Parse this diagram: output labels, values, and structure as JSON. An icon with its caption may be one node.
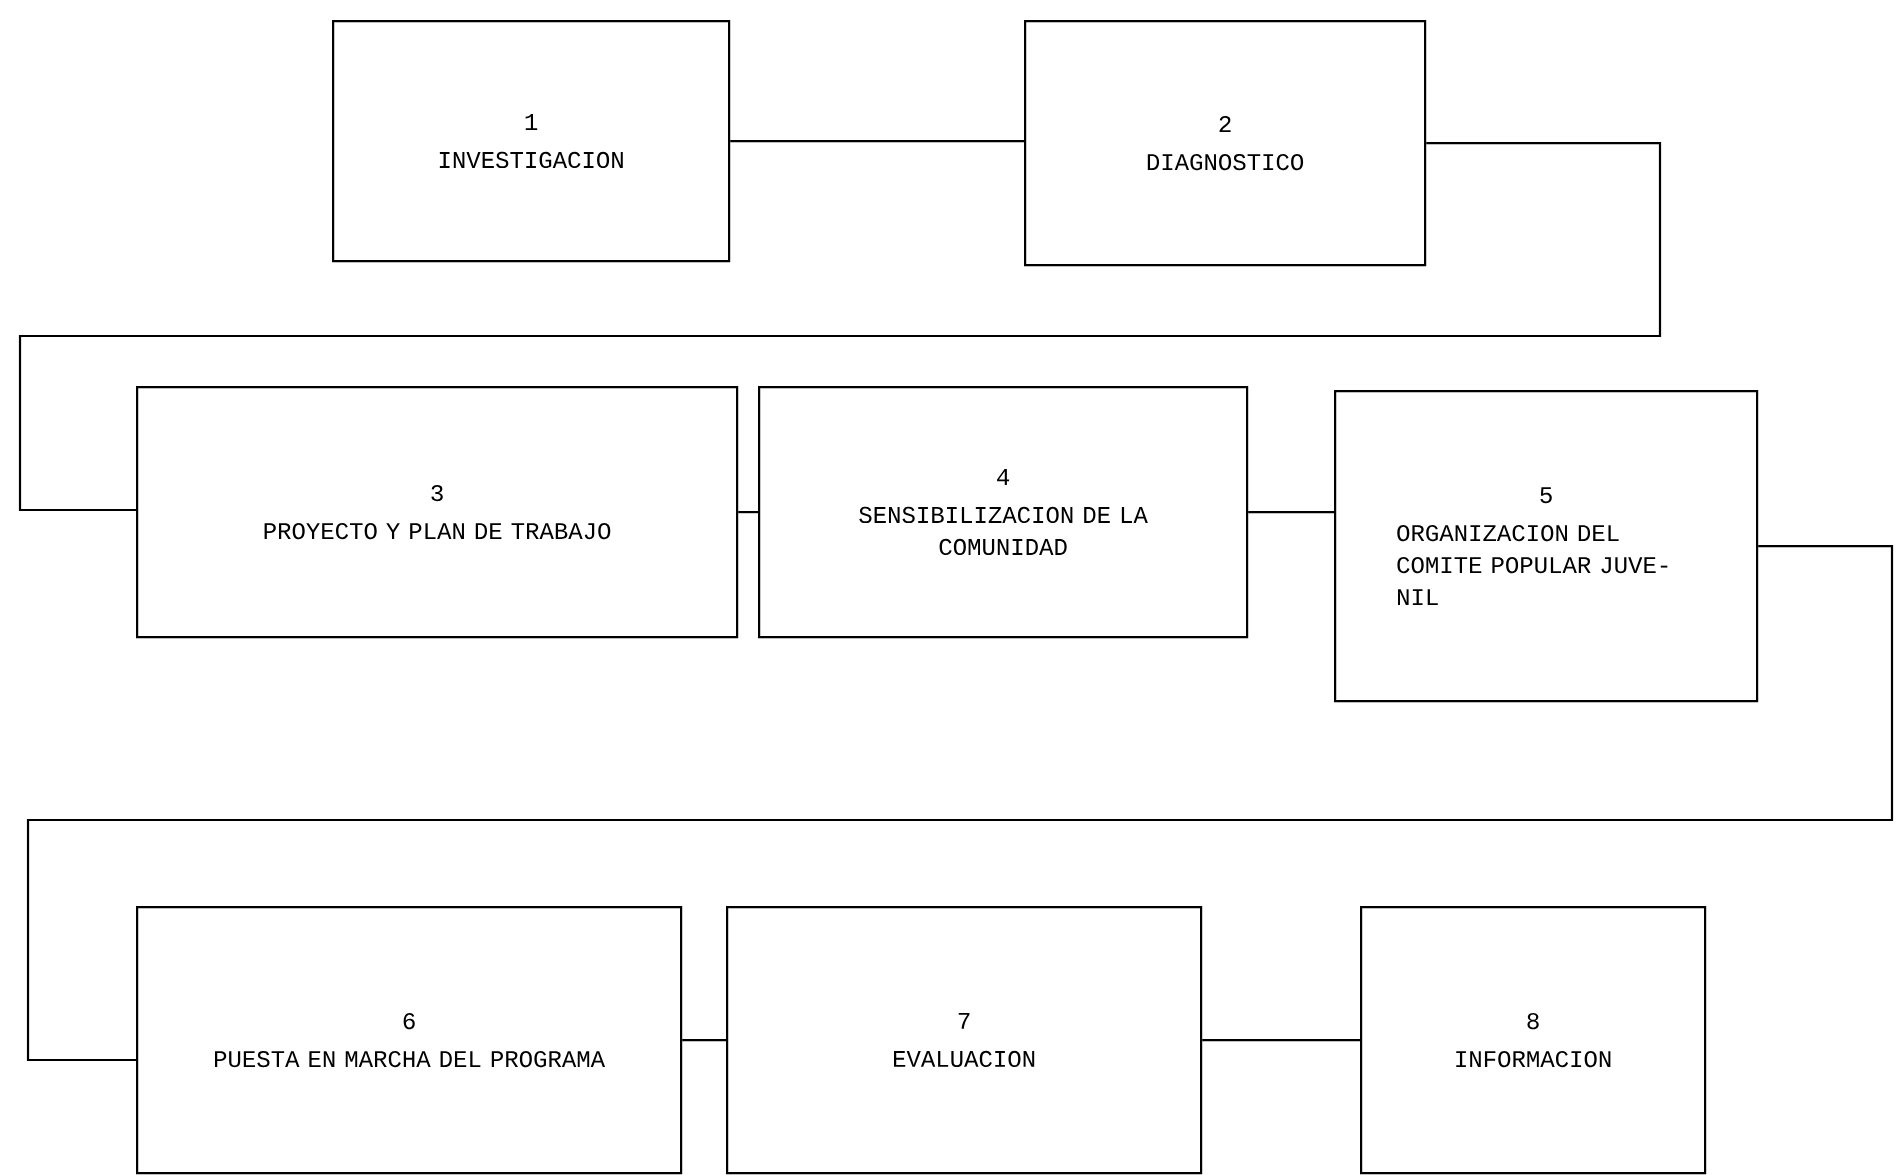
{
  "diagram": {
    "nodes": [
      {
        "text": [
          "1",
          "INVESTIGACION"
        ]
      },
      {
        "text": [
          "2",
          "DIAGNOSTICO"
        ]
      },
      {
        "text": [
          "3",
          "PROYECTO Y PLAN DE TRABAJO"
        ]
      },
      {
        "text": [
          "4",
          "SENSIBILIZACION DE LA COMUNIDAD"
        ]
      },
      {
        "text": [
          "5",
          "ORGANIZACION DEL COMITE POPULAR JUVE- NIL"
        ]
      },
      {
        "text": [
          "6",
          "PUESTA EN MARCHA DEL PROGRAMA"
        ]
      },
      {
        "text": [
          "7",
          "EVALUACION"
        ]
      },
      {
        "text": [
          "8",
          "INFORMACION"
        ]
      }
    ],
    "edges": [
      {
        "from": 0,
        "to": 1,
        "arrow": "none"
      },
      {
        "from": 1,
        "to": 2,
        "arrow": "none"
      },
      {
        "from": 2,
        "to": 3,
        "arrow": "none"
      },
      {
        "from": 3,
        "to": 4,
        "arrow": "none"
      },
      {
        "from": 4,
        "to": 5,
        "arrow": "none"
      },
      {
        "from": 5,
        "to": 6,
        "arrow": "none"
      },
      {
        "from": 6,
        "to": 7,
        "arrow": "none"
      }
    ]
  }
}
